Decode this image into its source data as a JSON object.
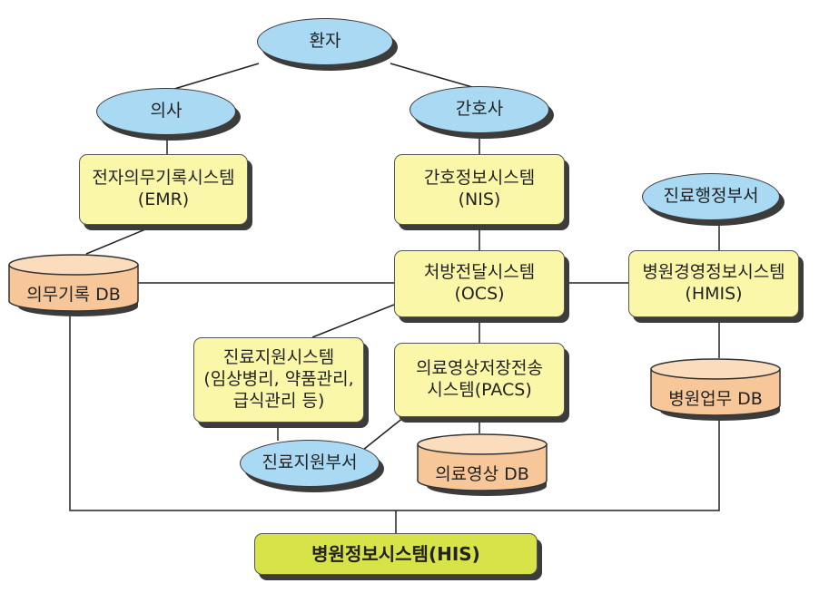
{
  "nodes": {
    "patient": "환자",
    "doctor": "의사",
    "nurse": "간호사",
    "emr": {
      "line1": "전자의무기록시스템",
      "line2": "(EMR)"
    },
    "nis": {
      "line1": "간호정보시스템",
      "line2": "(NIS)"
    },
    "admin_dept": "진료행정부서",
    "medical_record_db": "의무기록 DB",
    "ocs": {
      "line1": "처방전달시스템",
      "line2": "(OCS)"
    },
    "hmis": {
      "line1": "병원경영정보시스템",
      "line2": "(HMIS)"
    },
    "support_system": {
      "line1": "진료지원시스템",
      "line2": "(임상병리, 약품관리,",
      "line3": "급식관리 등)"
    },
    "pacs": {
      "line1": "의료영상저장전송",
      "line2": "시스템(PACS)"
    },
    "hospital_db": "병원업무 DB",
    "support_dept": "진료지원부서",
    "imaging_db": "의료영상 DB",
    "his": "병원정보시스템(HIS)"
  },
  "colors": {
    "ellipse_fill": "#a9d9f3",
    "system_fill": "#fbf7a8",
    "db_fill": "#f7c79a",
    "his_fill": "#d8e34a",
    "line": "#222222",
    "shadow": "#3c3c3c"
  }
}
